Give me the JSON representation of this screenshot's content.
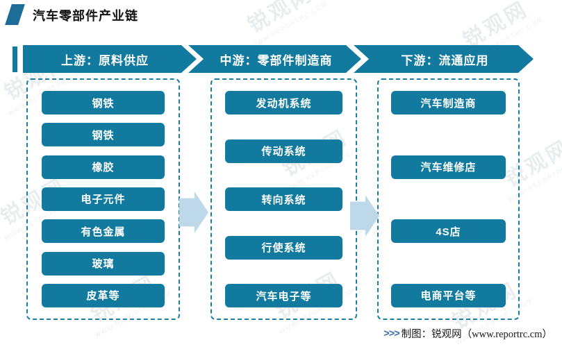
{
  "page": {
    "title": "汽车零部件产业链"
  },
  "columns": [
    {
      "header": "上游：原料供应",
      "items": [
        "钢铁",
        "钢铁",
        "橡胶",
        "电子元件",
        "有色金属",
        "玻璃",
        "皮革等"
      ]
    },
    {
      "header": "中游：零部件制造商",
      "items": [
        "发动机系统",
        "传动系统",
        "转向系统",
        "行使系统",
        "汽车电子等"
      ]
    },
    {
      "header": "下游：流通应用",
      "items": [
        "汽车制造商",
        "汽车维修店",
        "4S店",
        "电商平台等"
      ]
    }
  ],
  "watermark": {
    "brand": "锐观网",
    "url": "WWW.REPORTRC.COM"
  },
  "footer": {
    "arrows": ">>>",
    "credit": "制图：锐观网（www.reportrc.cm）"
  },
  "colors": {
    "accent_teal": "#127a9e",
    "title_bar_blue": "#1e6d99",
    "light_arrow_blue": "#bdd8e8",
    "dashed_border": "#1a7ea6",
    "credit_arrow_blue": "#3d6eb4"
  }
}
